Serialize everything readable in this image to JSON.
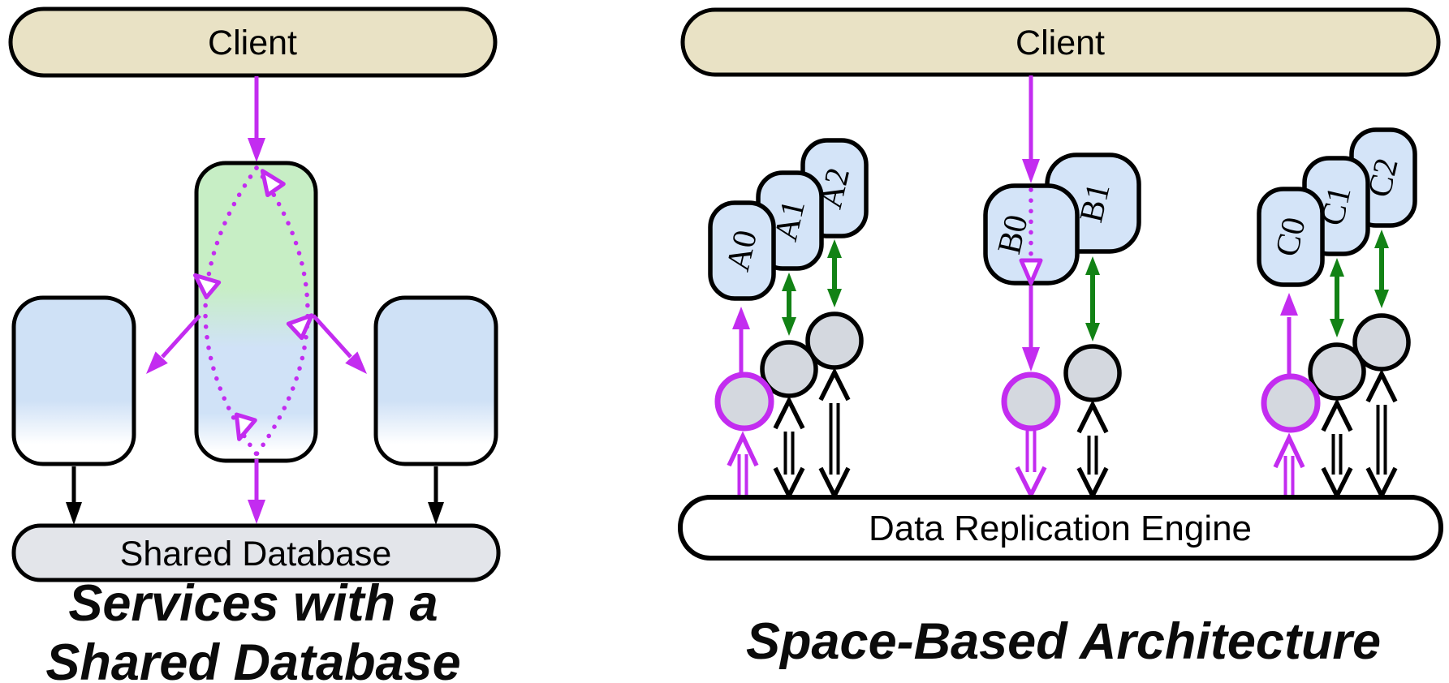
{
  "left": {
    "client": "Client",
    "database": "Shared Database",
    "caption_line1": "Services with a",
    "caption_line2": "Shared Database"
  },
  "right": {
    "client": "Client",
    "engine": "Data Replication Engine",
    "caption": "Space-Based Architecture",
    "clusters": [
      {
        "id": "A",
        "instances": [
          "A0",
          "A1",
          "A2"
        ]
      },
      {
        "id": "B",
        "instances": [
          "B0",
          "B1"
        ]
      },
      {
        "id": "C",
        "instances": [
          "C0",
          "C1",
          "C2"
        ]
      }
    ]
  },
  "colors": {
    "magenta": "#c32cf0",
    "green": "#128215",
    "client_fill": "#e9e2c5",
    "instance_blue": "#d4e4f8",
    "service_blue": "#cfe1f6",
    "service_green": "#c7eec5",
    "service_mid_blue": "#d0e2f7",
    "circle_gray": "#d4d8df",
    "database_gray": "#e3e5ea",
    "engine_fill": "#ffffff",
    "outline": "#000000"
  }
}
